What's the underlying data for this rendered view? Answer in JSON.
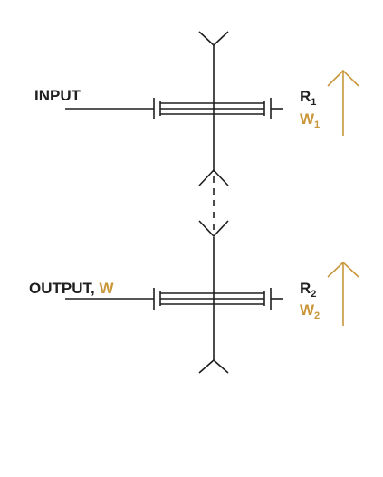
{
  "colors": {
    "line": "#1f1f1f",
    "accent": "#c9963a"
  },
  "stages": [
    {
      "label": "INPUT",
      "label_accent": "",
      "r_letter": "R",
      "r_sub": "1",
      "w_letter": "W",
      "w_sub": "1"
    },
    {
      "label": "OUTPUT, ",
      "label_accent": "W",
      "r_letter": "R",
      "r_sub": "2",
      "w_letter": "W",
      "w_sub": "2"
    }
  ],
  "icons": {
    "top_end": "fork-end-icon",
    "bottom_end": "fork-end-icon",
    "motion": "arrow-up-icon"
  }
}
